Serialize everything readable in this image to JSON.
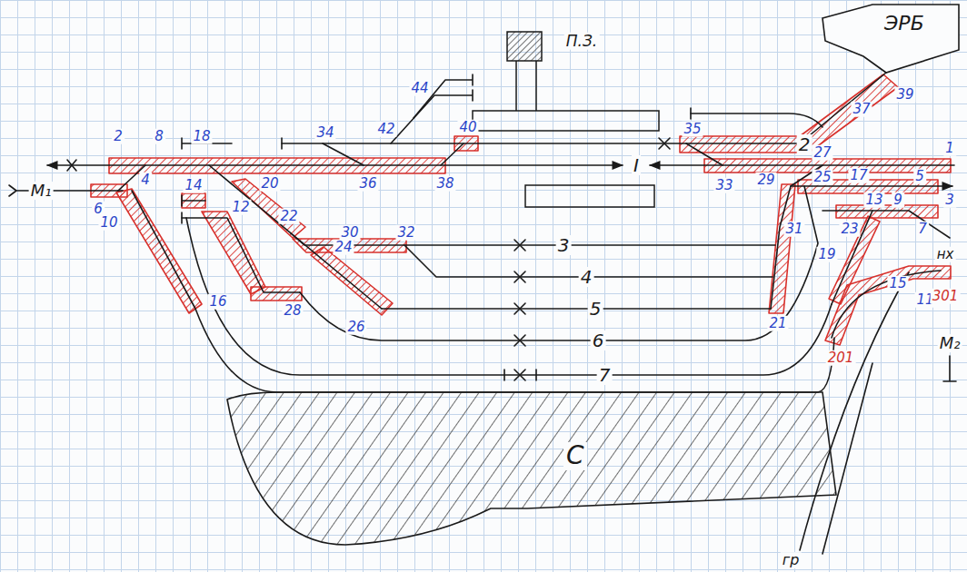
{
  "diagram": {
    "nodes": [
      {
        "text": [
          "ЭРБ"
        ]
      },
      {
        "text": [
          "С"
        ]
      }
    ],
    "labels": [
      "П.З.",
      "44",
      "2",
      "8",
      "18",
      "34",
      "42",
      "40",
      "35",
      "39",
      "37",
      "2",
      "I",
      "36",
      "38",
      "33",
      "27",
      "1",
      "М₁",
      "6",
      "4",
      "10",
      "14",
      "20",
      "12",
      "22",
      "30",
      "32",
      "29",
      "25",
      "17",
      "5",
      "3",
      "13",
      "9",
      "7",
      "23",
      "31",
      "19",
      "16",
      "28",
      "24",
      "26",
      "3",
      "4",
      "5",
      "6",
      "7",
      "21",
      "15",
      "нх",
      "11",
      "301",
      "201",
      "М₂",
      "гр"
    ]
  }
}
